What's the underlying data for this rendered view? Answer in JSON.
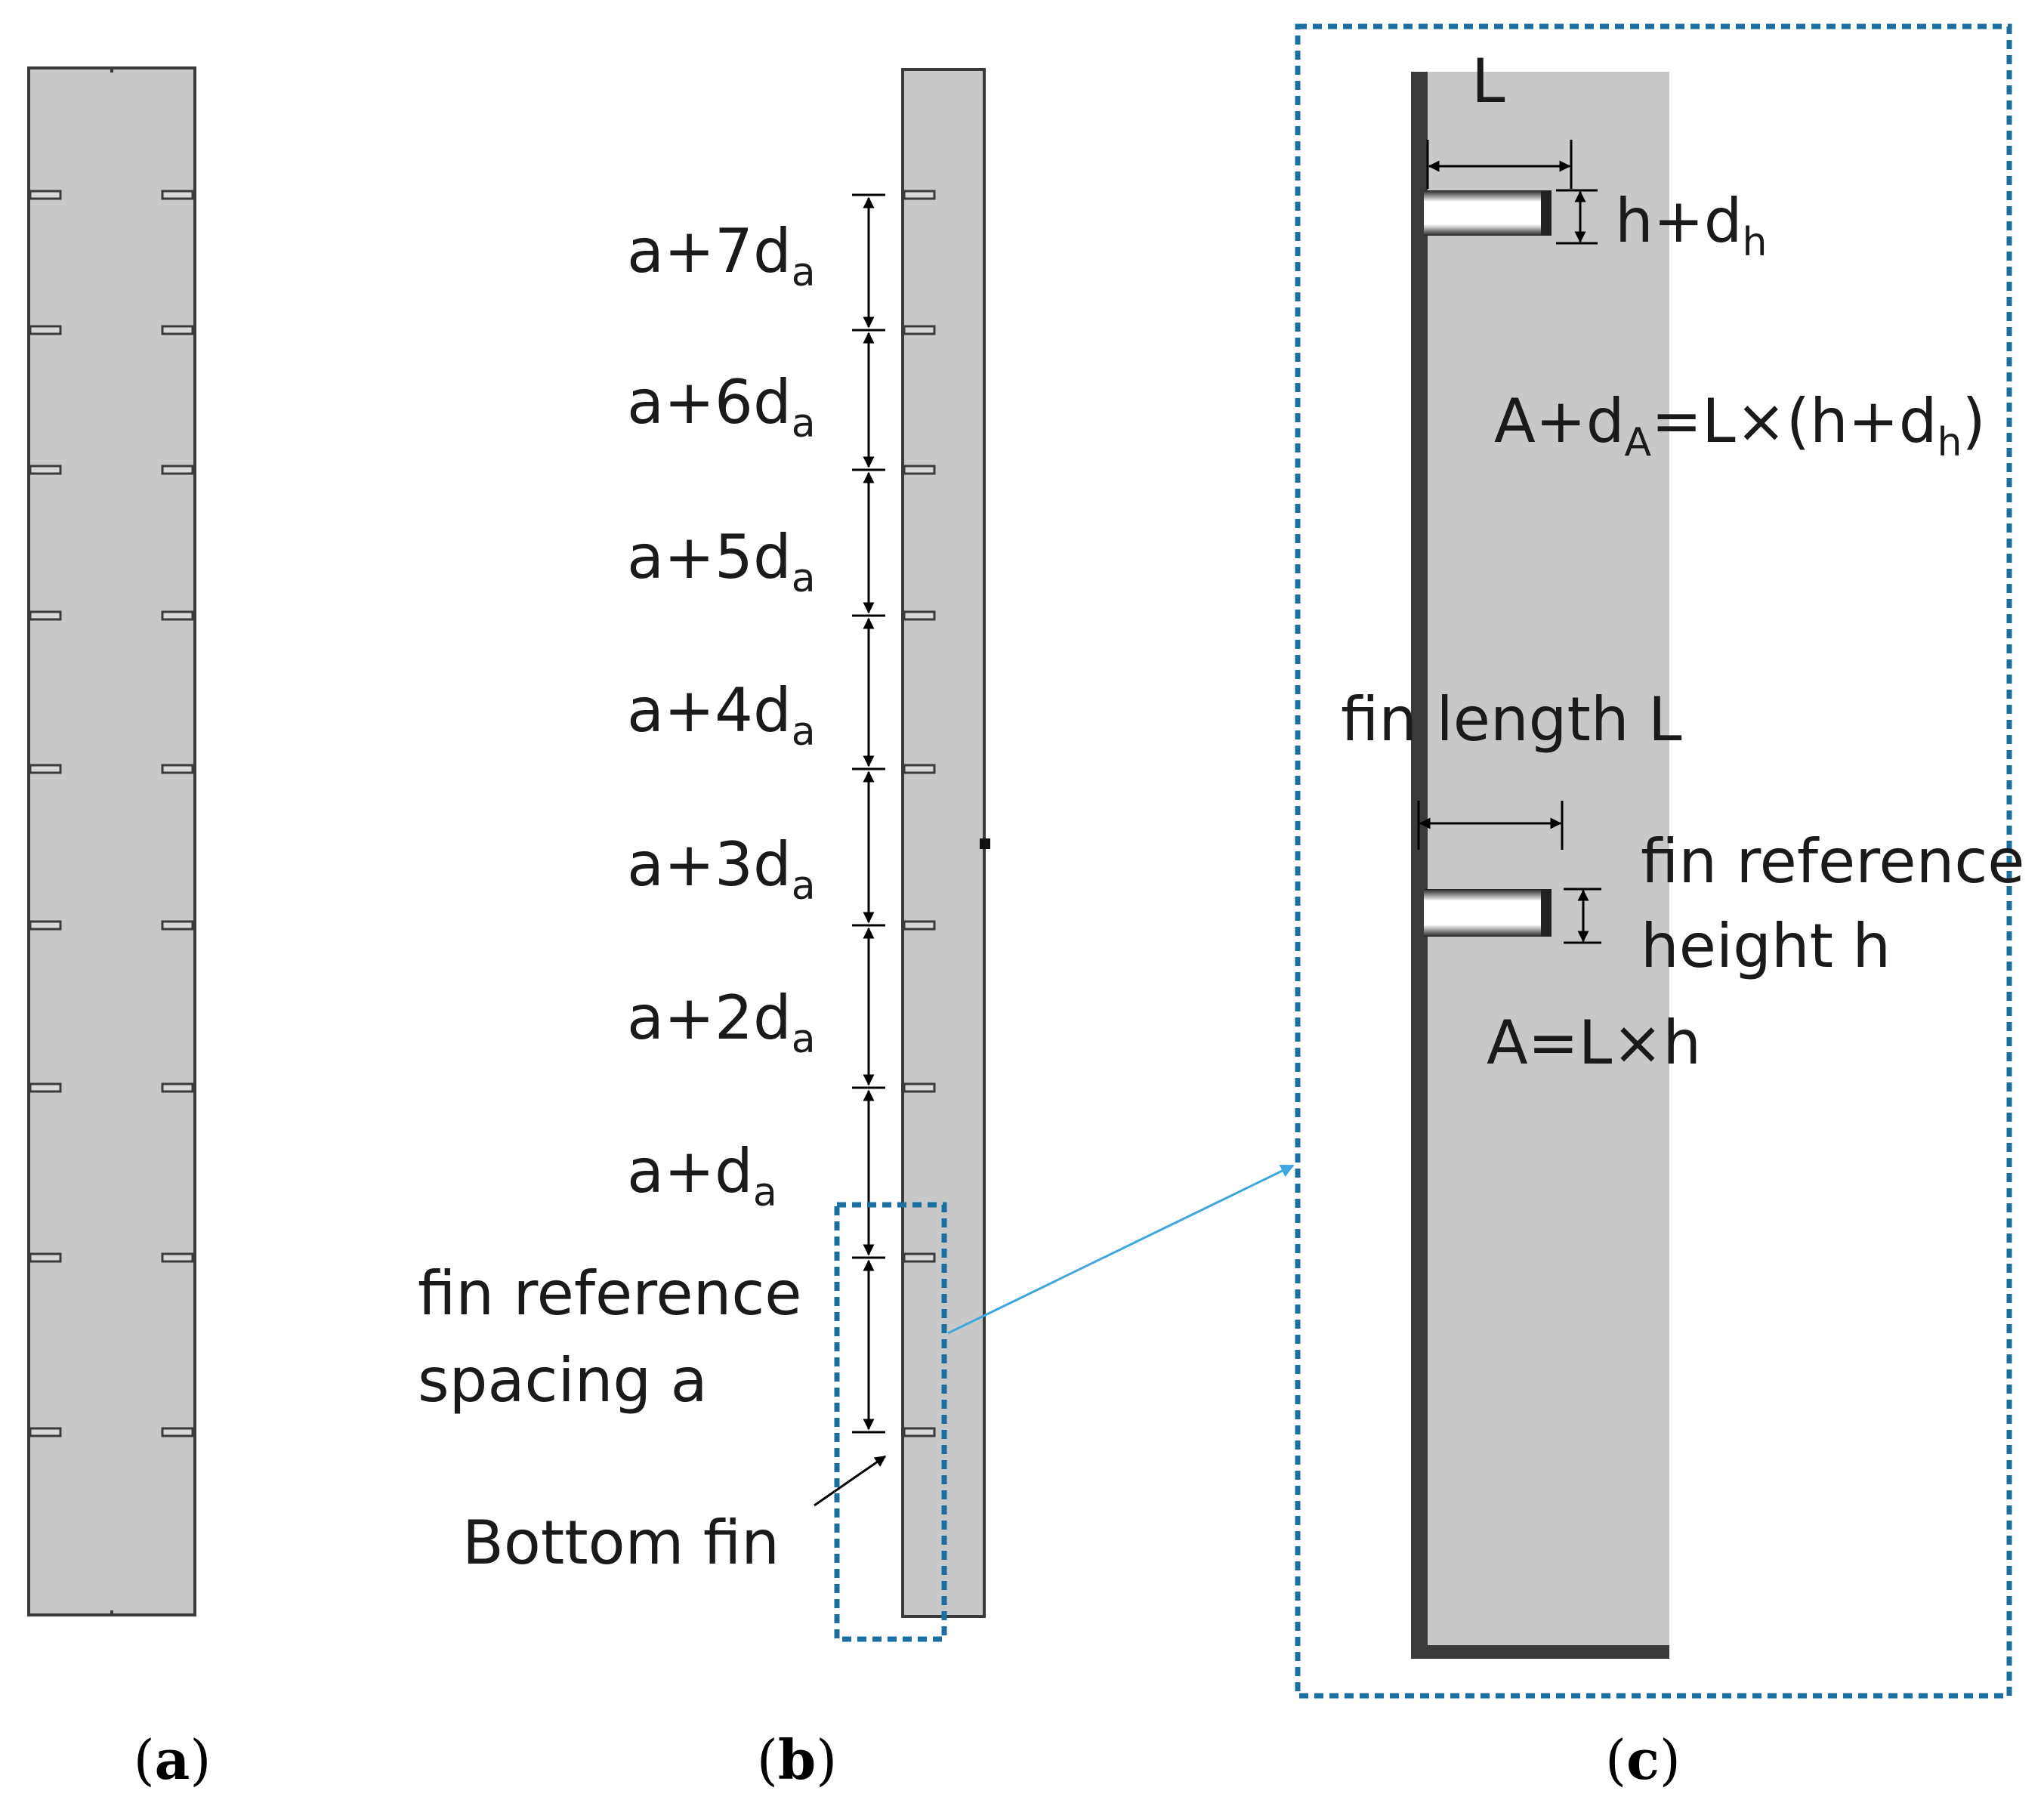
{
  "panels": {
    "a": {
      "caption_open": "(",
      "caption_letter": "a",
      "caption_close": ")",
      "fin_rows": 9
    },
    "b": {
      "caption_open": "(",
      "caption_letter": "b",
      "caption_close": ")",
      "spacing_labels": [
        {
          "main": "a+7d",
          "sub": "a"
        },
        {
          "main": "a+6d",
          "sub": "a"
        },
        {
          "main": "a+5d",
          "sub": "a"
        },
        {
          "main": "a+4d",
          "sub": "a"
        },
        {
          "main": "a+3d",
          "sub": "a"
        },
        {
          "main": "a+2d",
          "sub": "a"
        },
        {
          "main": "a+d",
          "sub": "a"
        }
      ],
      "reference_spacing_line1": "fin reference",
      "reference_spacing_line2": "spacing a",
      "bottom_fin_label": "Bottom fin"
    },
    "c": {
      "caption_open": "(",
      "caption_letter": "c",
      "caption_close": ")",
      "length_top_label": "L",
      "height_top_main": "h+d",
      "height_top_sub": "h",
      "area_top": {
        "p1": "A+d",
        "s1": "A",
        "p2": "=L×(h+d",
        "s2": "h",
        "p3": ")"
      },
      "fin_length_label": "fin length L",
      "ref_height_line1": "fin reference",
      "ref_height_line2": "height h",
      "area_bottom": "A=L×h"
    }
  },
  "colors": {
    "plate_fill": "#c8c8c8",
    "plate_stroke": "#3a3a3a",
    "zoom_box": "#1a6fa0",
    "zoom_arrow": "#3fa7e0"
  }
}
